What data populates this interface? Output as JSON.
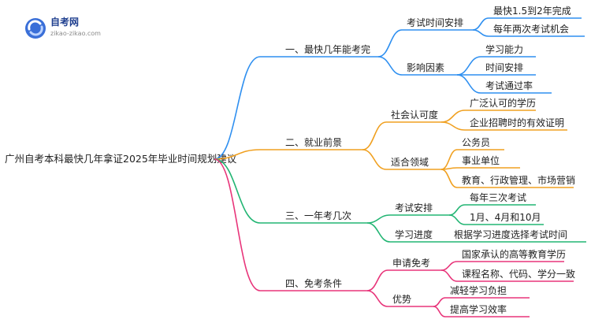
{
  "logo": {
    "name": "自考网",
    "domain": "zikao-zikao.com"
  },
  "root": "广州自考本科最快几年拿证2025年毕业时间规划建议",
  "branches": [
    {
      "label": "一、最快几年能考完",
      "color": "#2e8ff0",
      "children": [
        {
          "label": "考试时间安排",
          "children": [
            "最快1.5到2年完成",
            "每年两次考试机会"
          ]
        },
        {
          "label": "影响因素",
          "children": [
            "学习能力",
            "时间安排",
            "考试通过率"
          ]
        }
      ]
    },
    {
      "label": "二、就业前景",
      "color": "#f0a020",
      "children": [
        {
          "label": "社会认可度",
          "children": [
            "广泛认可的学历",
            "企业招聘时的有效证明"
          ]
        },
        {
          "label": "适合领域",
          "children": [
            "公务员",
            "事业单位",
            "教育、行政管理、市场营销"
          ]
        }
      ]
    },
    {
      "label": "三、一年考几次",
      "color": "#22b573",
      "children": [
        {
          "label": "考试安排",
          "children": [
            "每年三次考试",
            "1月、4月和10月"
          ]
        },
        {
          "label": "学习进度",
          "children": [
            "根据学习进度选择考试时间"
          ]
        }
      ]
    },
    {
      "label": "四、免考条件",
      "color": "#e8357a",
      "children": [
        {
          "label": "申请免考",
          "children": [
            "国家承认的高等教育学历",
            "课程名称、代码、学分一致"
          ]
        },
        {
          "label": "优势",
          "children": [
            "减轻学习负担",
            "提高学习效率"
          ]
        }
      ]
    }
  ]
}
